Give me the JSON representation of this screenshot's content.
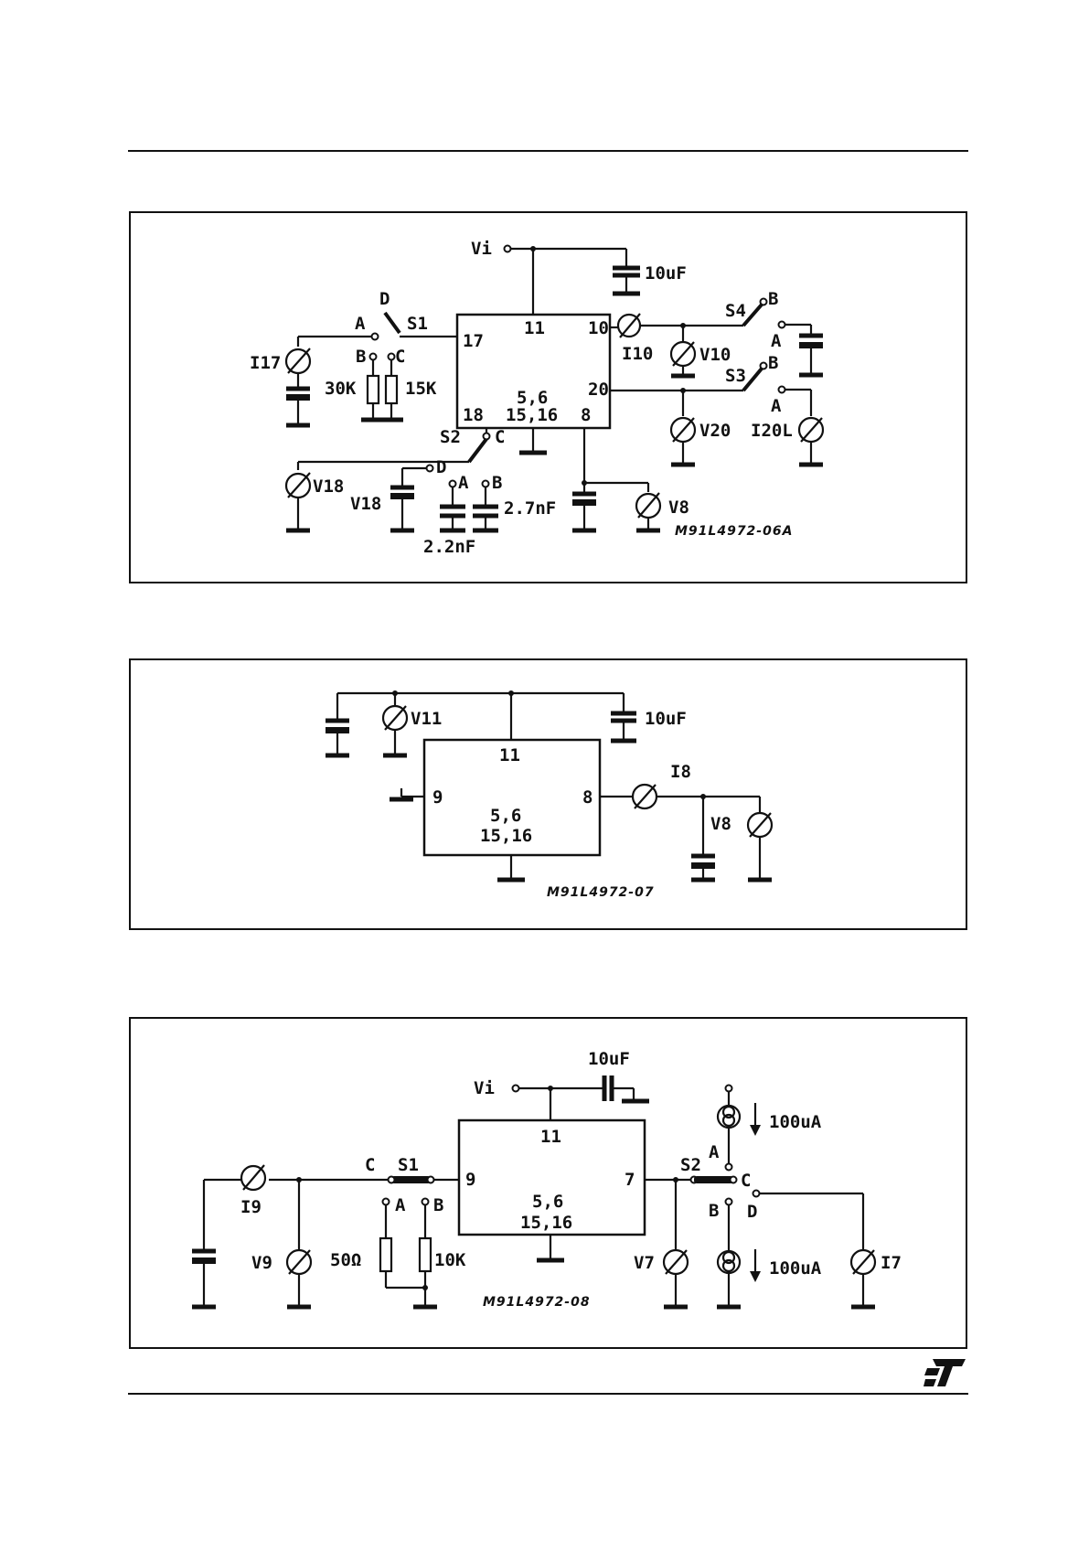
{
  "figure1": {
    "code": "M91L4972-06A",
    "ic_pins": {
      "top": "11",
      "left": "17",
      "left_bottom": "18",
      "right": "10",
      "right_mid": "20",
      "bottom_right": "8"
    },
    "ic_label": [
      "5,6",
      "15,16"
    ],
    "labels": {
      "vi": "Vi",
      "cap_top": "10uF",
      "s1": "S1",
      "s2": "S2",
      "s3": "S3",
      "s4": "S4",
      "i17": "I17",
      "r1": "30K",
      "r2": "15K",
      "i10": "I10",
      "v10": "V10",
      "v20": "V20",
      "i20l": "I20L",
      "v18_meter": "V18",
      "v18_source": "V18",
      "c1": "2.2nF",
      "c2": "2.7nF",
      "v8": "V8",
      "a": "A",
      "b": "B",
      "c": "C",
      "d": "D"
    }
  },
  "figure2": {
    "code": "M91L4972-07",
    "ic_pins": {
      "top": "11",
      "left": "9",
      "right": "8"
    },
    "ic_label": [
      "5,6",
      "15,16"
    ],
    "labels": {
      "v11": "V11",
      "cap": "10uF",
      "i8": "I8",
      "v8": "V8"
    }
  },
  "figure3": {
    "code": "M91L4972-08",
    "ic_pins": {
      "top": "11",
      "left": "9",
      "right": "7"
    },
    "ic_label": [
      "5,6",
      "15,16"
    ],
    "labels": {
      "vi": "Vi",
      "cap": "10uF",
      "s1": "S1",
      "s2": "S2",
      "i9": "I9",
      "v9": "V9",
      "r1": "50Ω",
      "r2": "10K",
      "v7": "V7",
      "i7": "I7",
      "cur1": "100uA",
      "cur2": "100uA",
      "a": "A",
      "b": "B",
      "c": "C",
      "d": "D"
    }
  },
  "logo": "ST"
}
